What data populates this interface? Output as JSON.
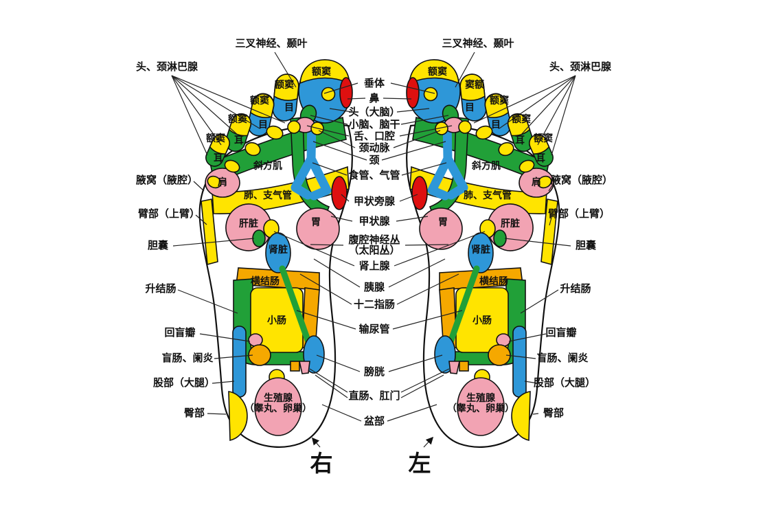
{
  "colors": {
    "yellow": "#ffe400",
    "blue": "#2e97d8",
    "green": "#21a038",
    "pink": "#f2a3b3",
    "red": "#de1010",
    "orange": "#f5a800"
  },
  "labels": {
    "top": {
      "trigeminal_temporal": "三叉神经、颞叶",
      "head_neck_lymph": "头、颈淋巴腺"
    },
    "center": {
      "pituitary": "垂体",
      "nose": "鼻",
      "brain": "头（大脑）",
      "cerebellum_brainstem": "小脑、脑干",
      "tongue_mouth": "舌、口腔",
      "carotid": "颈动脉",
      "neck": "颈",
      "esophagus_trachea": "食管、气管",
      "parathyroid": "甲状旁腺",
      "thyroid": "甲状腺",
      "celiac_plexus": "腹腔神经丛",
      "solar_plexus": "（太阳丛）",
      "adrenal": "肾上腺",
      "pancreas": "胰腺",
      "duodenum": "十二指肠",
      "ureter": "输尿管",
      "bladder": "膀胱",
      "rectum_anus": "直肠、肛门",
      "pelvis": "盆部"
    },
    "side": {
      "axilla": "腋窝（腋腔）",
      "upper_arm": "臂部（上臂）",
      "gallbladder": "胆囊",
      "ascending_colon": "升结肠",
      "ileocecal_valve": "回盲瓣",
      "cecum_appendix": "盲肠、阑炎",
      "thigh": "股部（大腿）",
      "buttock": "臀部"
    },
    "zones": {
      "frontal_sinus": "额窦",
      "frontal_sinus_reversed": "窦额",
      "eye": "目",
      "ear": "耳",
      "trapezius": "斜方肌",
      "shoulder": "肩",
      "lung_bronchi": "肺、支气管",
      "liver": "肝脏",
      "stomach": "胃",
      "kidney": "肾脏",
      "transverse_colon": "横结肠",
      "small_intestine": "小肠",
      "gonads_line1": "生殖腺",
      "gonads_line2": "（睾丸、卵巢）"
    },
    "feet": {
      "right": "右",
      "left": "左"
    }
  }
}
